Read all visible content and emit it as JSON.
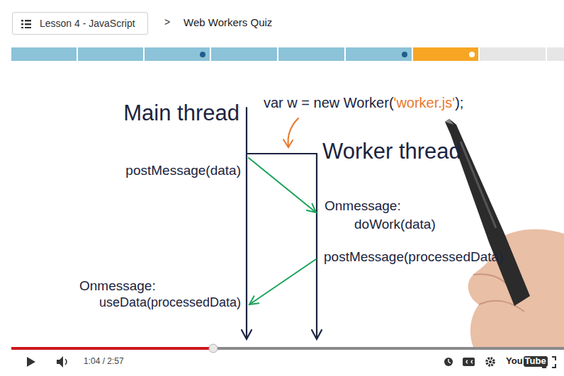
{
  "diagram": {
    "nodes": [
      {
        "text": [
          "Lesson 4 - JavaScript"
        ]
      }
    ],
    "labels": [
      ">",
      "Web Workers Quiz",
      "Main thread",
      "var w = new Worker(",
      "'worker.js'",
      ");",
      "Worker thread",
      "postMessage(data)",
      "Onmessage:",
      "doWork(data)",
      "postMessage(processedData)",
      "Onmessage:",
      "useData(processedData)",
      "1:04 / 2:57",
      "You",
      "Tube"
    ]
  }
}
